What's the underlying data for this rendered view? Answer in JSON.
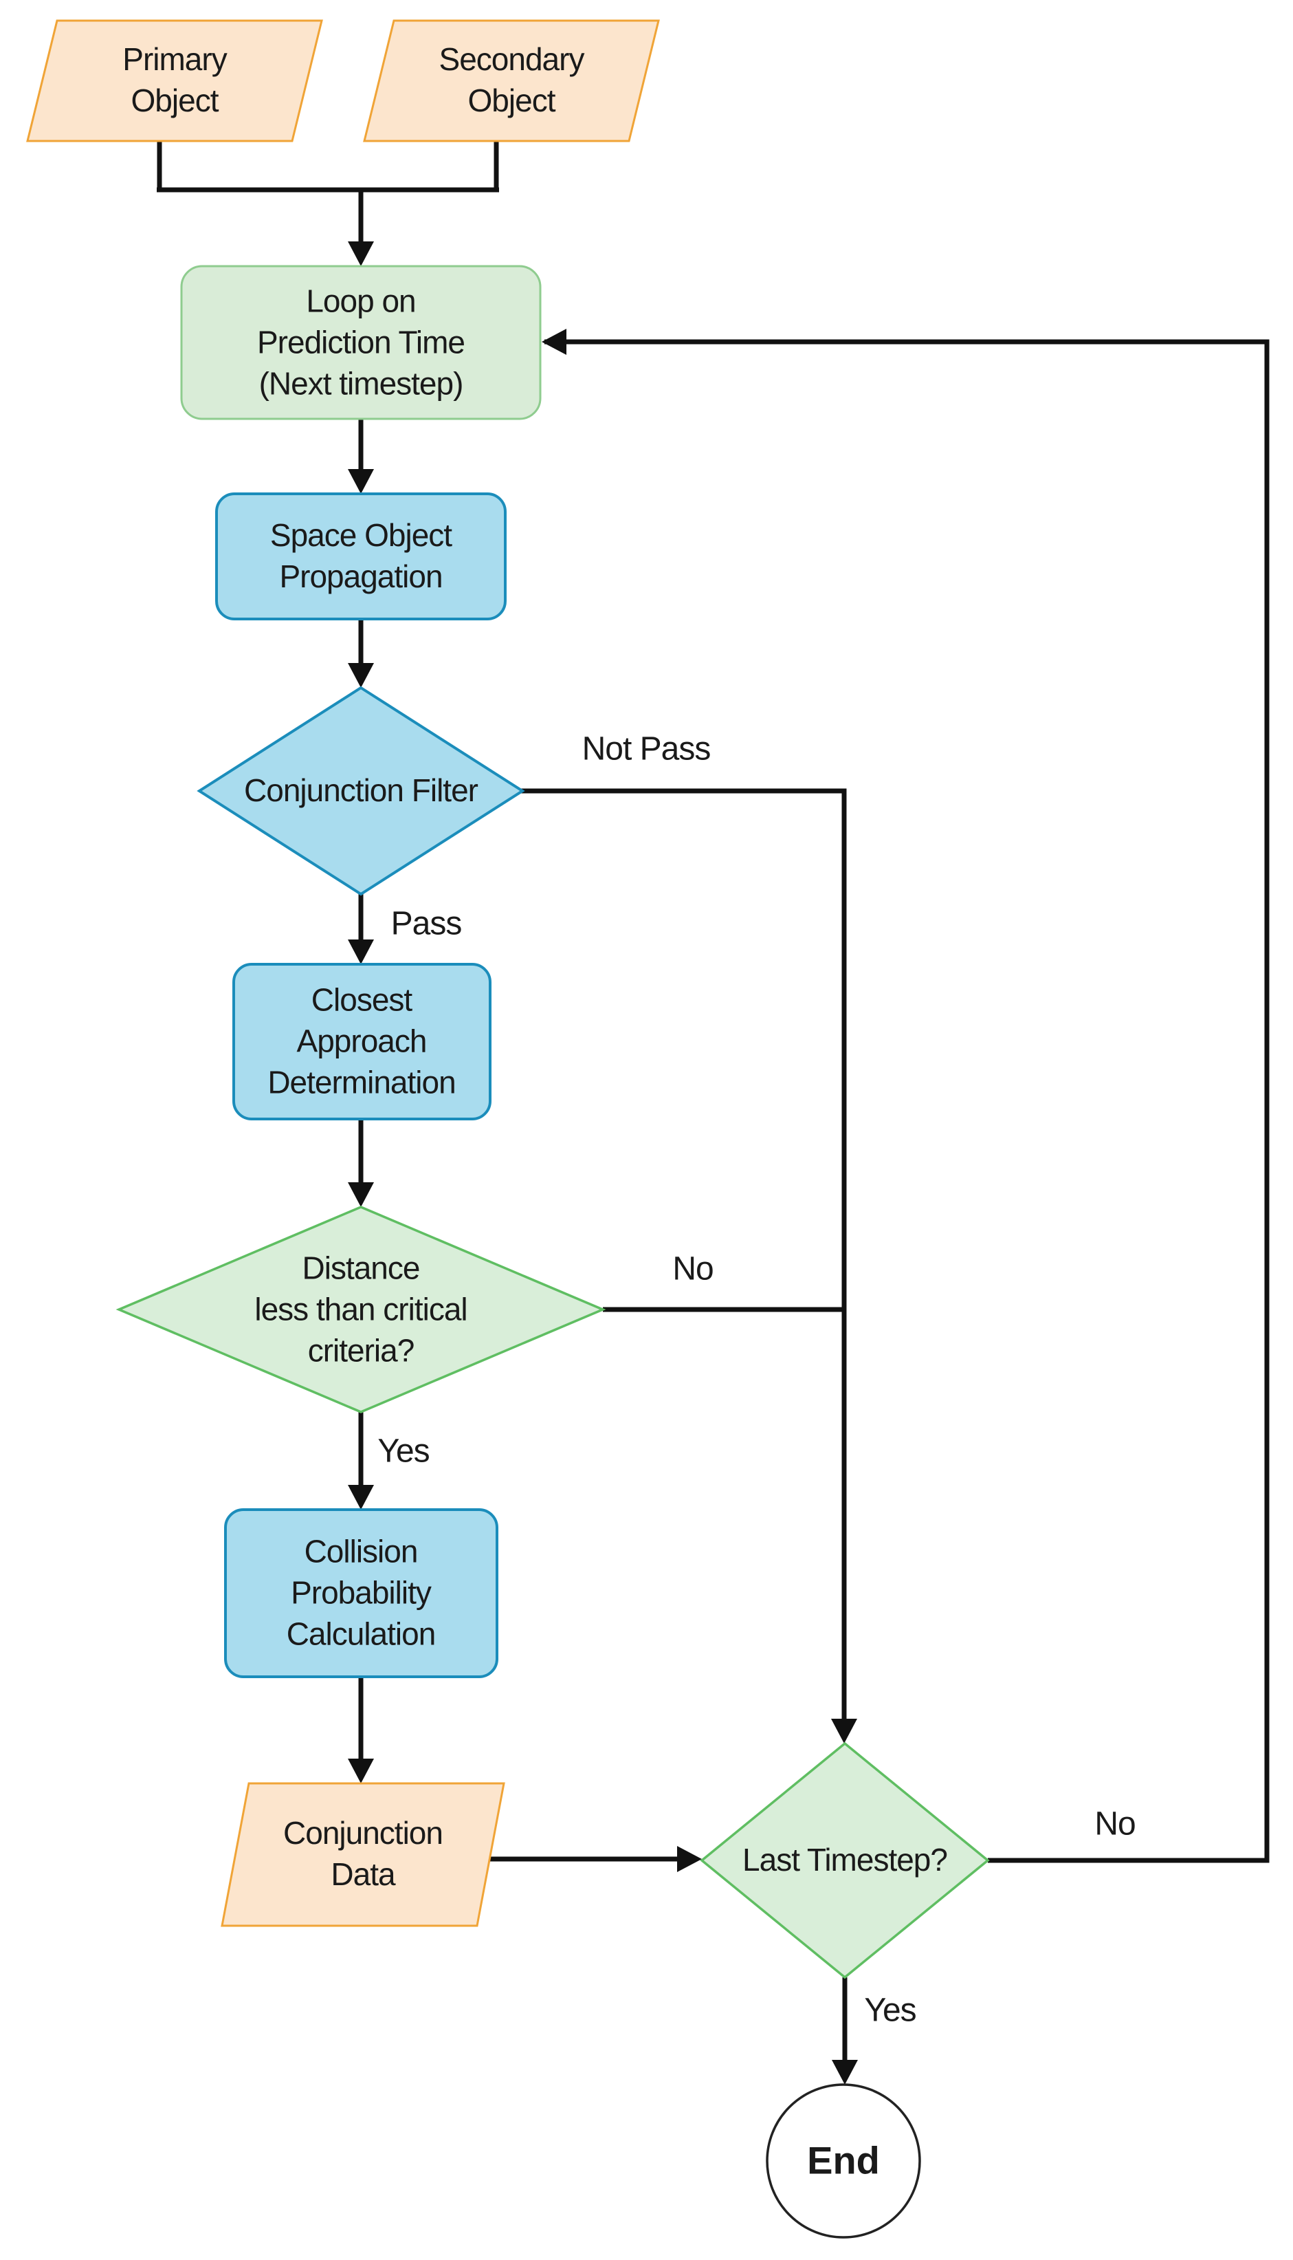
{
  "diagram_type": "flowchart",
  "colors": {
    "line": "#111111",
    "text": "#1a1a1a",
    "orange-fill": "#FCE5CD",
    "orange-stroke": "#F0A437",
    "blue-fill": "#A9DCEE",
    "blue-stroke": "#1B8DBB",
    "greenbox-fill": "#D9ECD7",
    "greenbox-stroke": "#8FCC8F",
    "greendia-fill": "#D9EED9",
    "greendia-stroke": "#5FBE62",
    "end-fill": "#FFFFFF",
    "end-stroke": "#222222",
    "bg": "#FFFFFF"
  },
  "nodes": {
    "primary": {
      "label": "Primary\nObject",
      "shape": "parallelogram",
      "color": "orange"
    },
    "secondary": {
      "label": "Secondary\nObject",
      "shape": "parallelogram",
      "color": "orange"
    },
    "loop": {
      "label": "Loop on\nPrediction Time\n(Next timestep)",
      "shape": "rounded-rect",
      "color": "green"
    },
    "propagation": {
      "label": "Space Object\nPropagation",
      "shape": "rounded-rect",
      "color": "blue"
    },
    "conjunction_filter": {
      "label": "Conjunction Filter",
      "shape": "diamond",
      "color": "blue"
    },
    "closest_approach": {
      "label": "Closest\nApproach\nDetermination",
      "shape": "rounded-rect",
      "color": "blue"
    },
    "distance": {
      "label": "Distance\nless than critical\ncriteria?",
      "shape": "diamond",
      "color": "green"
    },
    "collision": {
      "label": "Collision\nProbability\nCalculation",
      "shape": "rounded-rect",
      "color": "blue"
    },
    "conjunction_data": {
      "label": "Conjunction\nData",
      "shape": "parallelogram",
      "color": "orange"
    },
    "last_timestep": {
      "label": "Last Timestep?",
      "shape": "diamond",
      "color": "green"
    },
    "end": {
      "label": "End",
      "shape": "circle",
      "color": "white"
    }
  },
  "edge_labels": {
    "not_pass": "Not Pass",
    "pass": "Pass",
    "distance_no": "No",
    "distance_yes": "Yes",
    "last_no": "No",
    "last_yes": "Yes"
  }
}
